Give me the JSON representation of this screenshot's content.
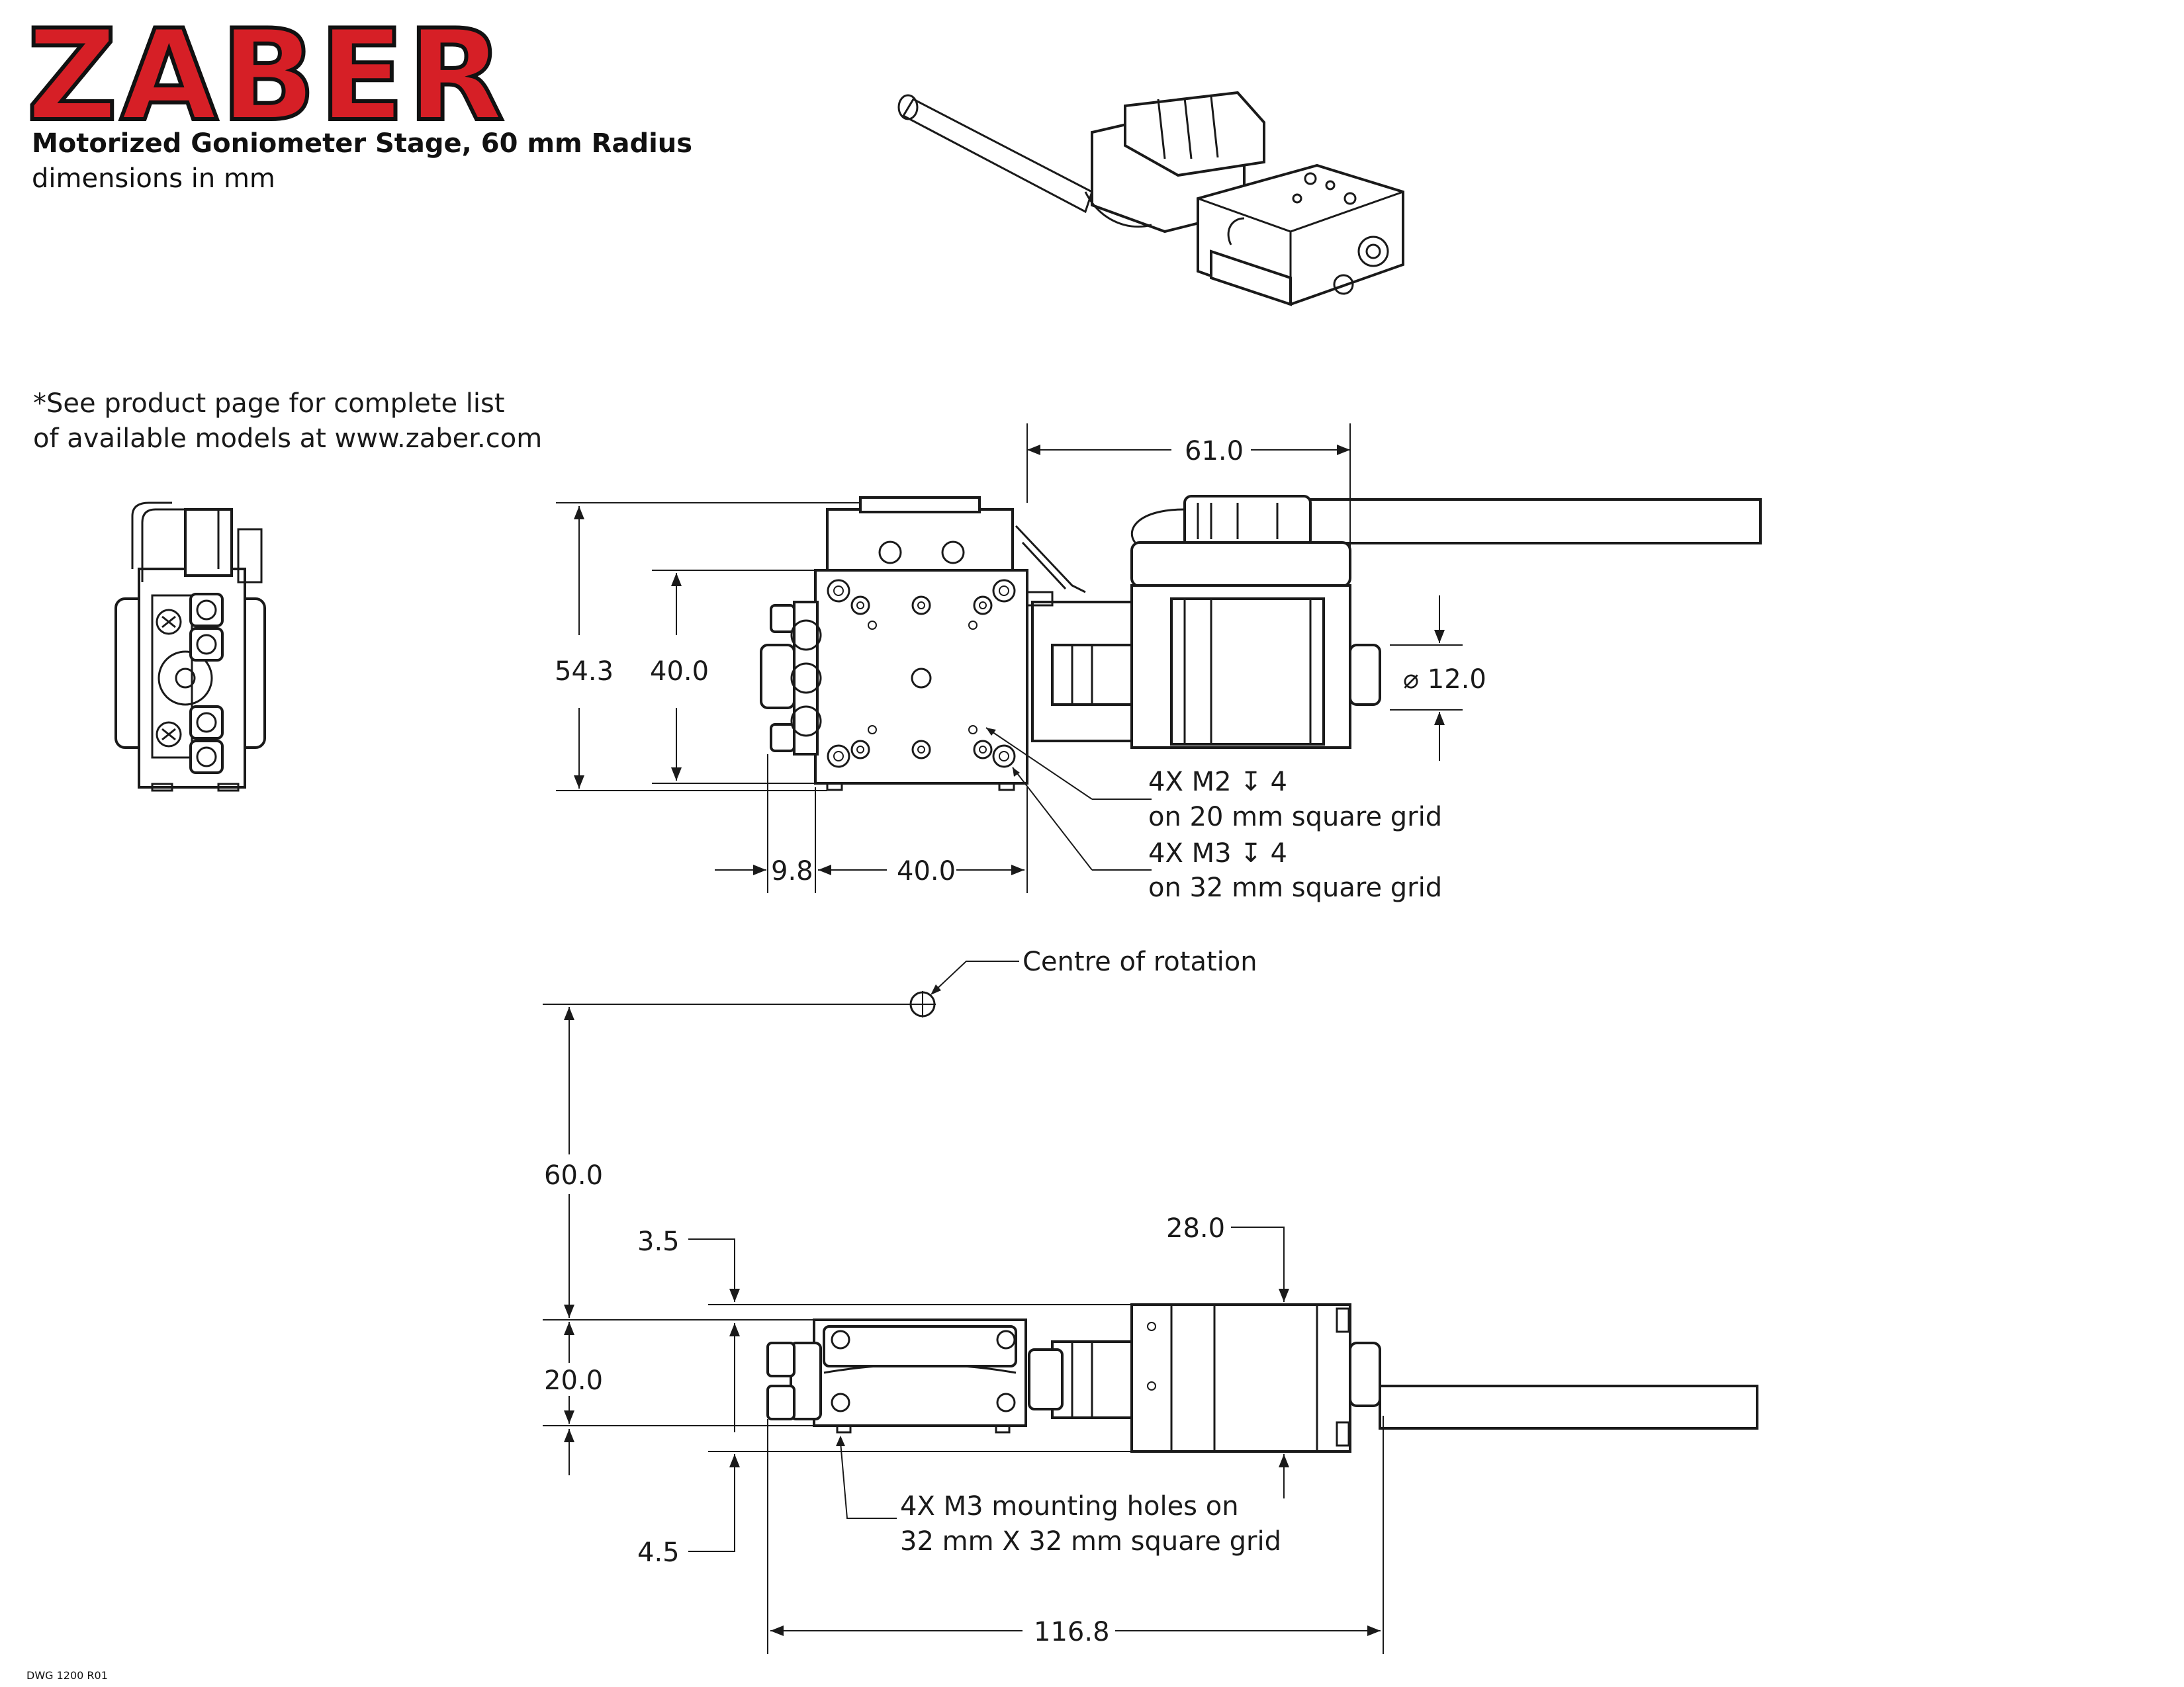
{
  "header": {
    "logo": "ZABER",
    "title": "Motorized Goniometer Stage, 60 mm Radius",
    "subtitle": "dimensions in mm"
  },
  "notes": {
    "models_line1": "*See product page for complete list",
    "models_line2": "of available models at www.zaber.com",
    "hole_m2_line1": "4X M2 ↧ 4",
    "hole_m2_line2": "on 20 mm square grid",
    "hole_m3_line1": "4X M3 ↧ 4",
    "hole_m3_line2": "on 32 mm square grid",
    "centre": "Centre of rotation",
    "mount_line1": "4X M3 mounting holes on",
    "mount_line2": "32 mm X 32 mm square grid",
    "drawing_number": "DWG 1200 R01"
  },
  "dimensions": {
    "top_width_motor": "61.0",
    "height_total": "54.3",
    "height_platform": "40.0",
    "shaft_diameter": "⌀ 12.0",
    "offset_left": "9.8",
    "platform_width": "40.0",
    "radius": "60.0",
    "offset_top": "3.5",
    "motor_width": "28.0",
    "side_height": "20.0",
    "offset_bottom": "4.5",
    "overall_length": "116.8"
  }
}
